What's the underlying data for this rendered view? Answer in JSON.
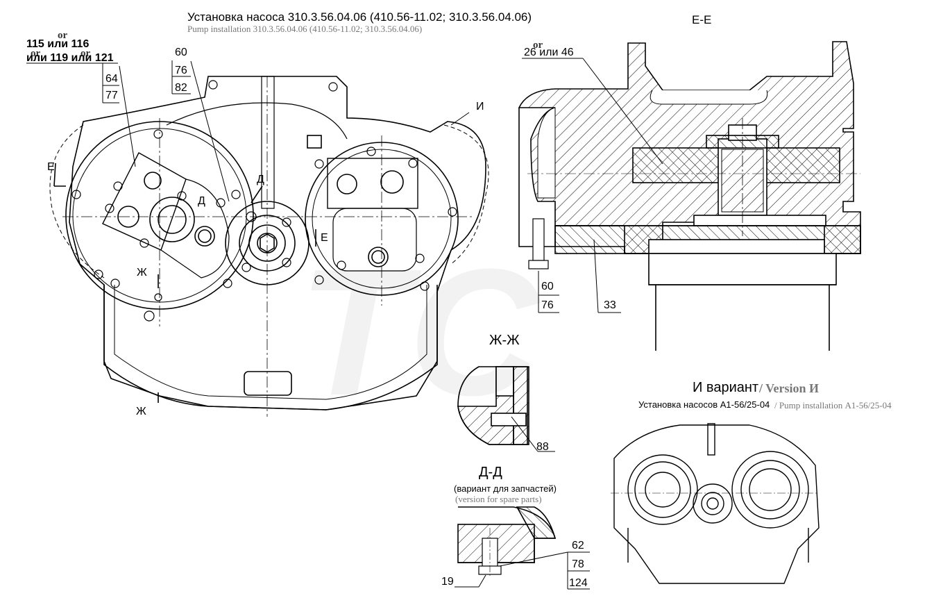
{
  "title": {
    "ru": "Установка насоса 310.3.56.04.06 (410.56-11.02; 310.3.56.04.06)",
    "en": "Pump installation 310.3.56.04.06 (410.56-11.02; 310.3.56.04.06)"
  },
  "callouts_top_left": {
    "or1": "or",
    "line1": "115 или 116",
    "or2": "or",
    "or3": "or",
    "line2": "или 119 или 121",
    "a": "64",
    "b": "77",
    "c": "60",
    "d": "76",
    "e": "82"
  },
  "section_marks": {
    "e_left": "E",
    "d_mark1": "Д",
    "d_mark2": "Д",
    "e_mark2": "E",
    "zh_mark1": "Ж",
    "zh_mark2": "Ж",
    "i_mark": "И"
  },
  "section_ee": {
    "title": "E-E",
    "or": "or",
    "label": "26 или 46",
    "c1": "60",
    "c2": "76",
    "c3": "33"
  },
  "section_zhzh": {
    "title": "Ж-Ж",
    "c1": "88"
  },
  "section_dd": {
    "title": "Д-Д",
    "ru": "(вариант для запчастей)",
    "en": "(version for spare parts)",
    "c1": "19",
    "c2": "62",
    "c3": "78",
    "c4": "124"
  },
  "version_i": {
    "title_ru": "И вариант",
    "title_en": "/ Version И",
    "sub_ru": "Установка насосов А1-56/25-04",
    "sub_en": "/ Pump installation А1-56/25-04"
  }
}
